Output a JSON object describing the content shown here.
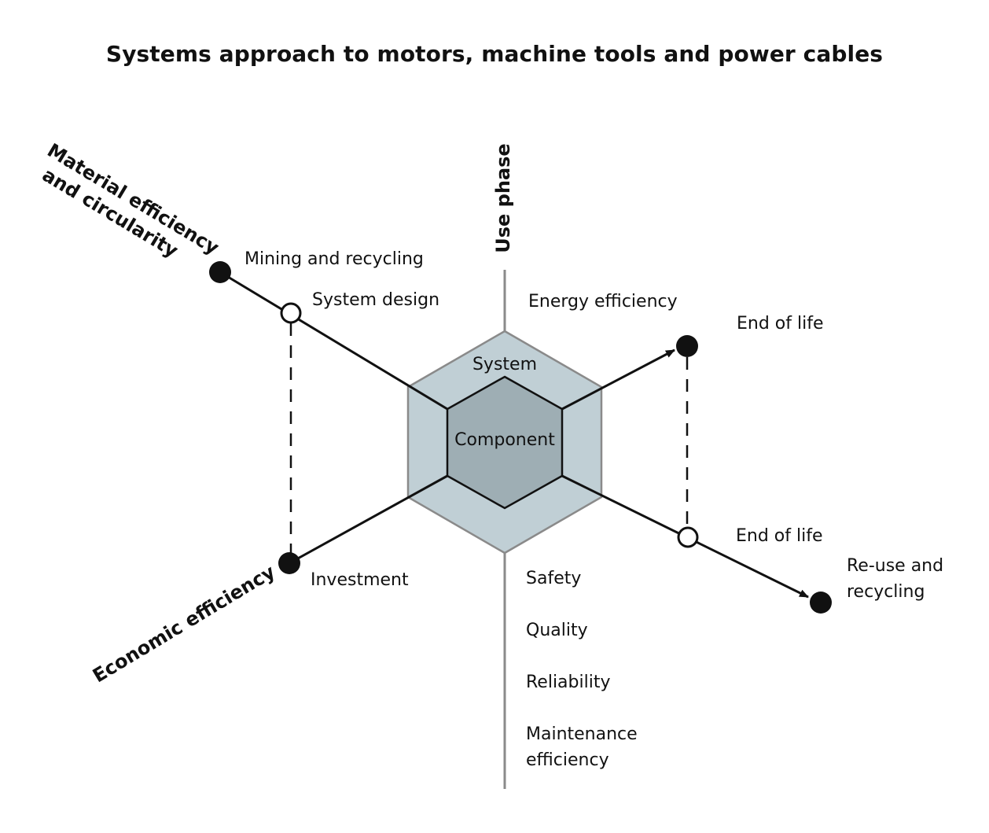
{
  "title": "Systems approach to motors, machine tools and power cables",
  "colors": {
    "outer_hexagon": "#c0cfd5",
    "inner_hexagon": "#9eaeb4",
    "lines": "#111111",
    "vertical_axis": "#8a8a8a"
  },
  "hexagon": {
    "outer_label": "System",
    "inner_label": "Component"
  },
  "axes": {
    "use_phase": "Use phase",
    "material": [
      "Material efficiency",
      "and circularity"
    ],
    "economic": "Economic efficiency"
  },
  "labels": {
    "mining_recycling": "Mining and recycling",
    "system_design": "System design",
    "energy_efficiency": "Energy efficiency",
    "end_of_life_top": "End of life",
    "end_of_life_bottom": "End of life",
    "reuse_recycling": [
      "Re-use and",
      "recycling"
    ],
    "investment": "Investment",
    "safety": "Safety",
    "quality": "Quality",
    "reliability": "Reliability",
    "maintenance": [
      "Maintenance",
      "efficiency"
    ]
  }
}
